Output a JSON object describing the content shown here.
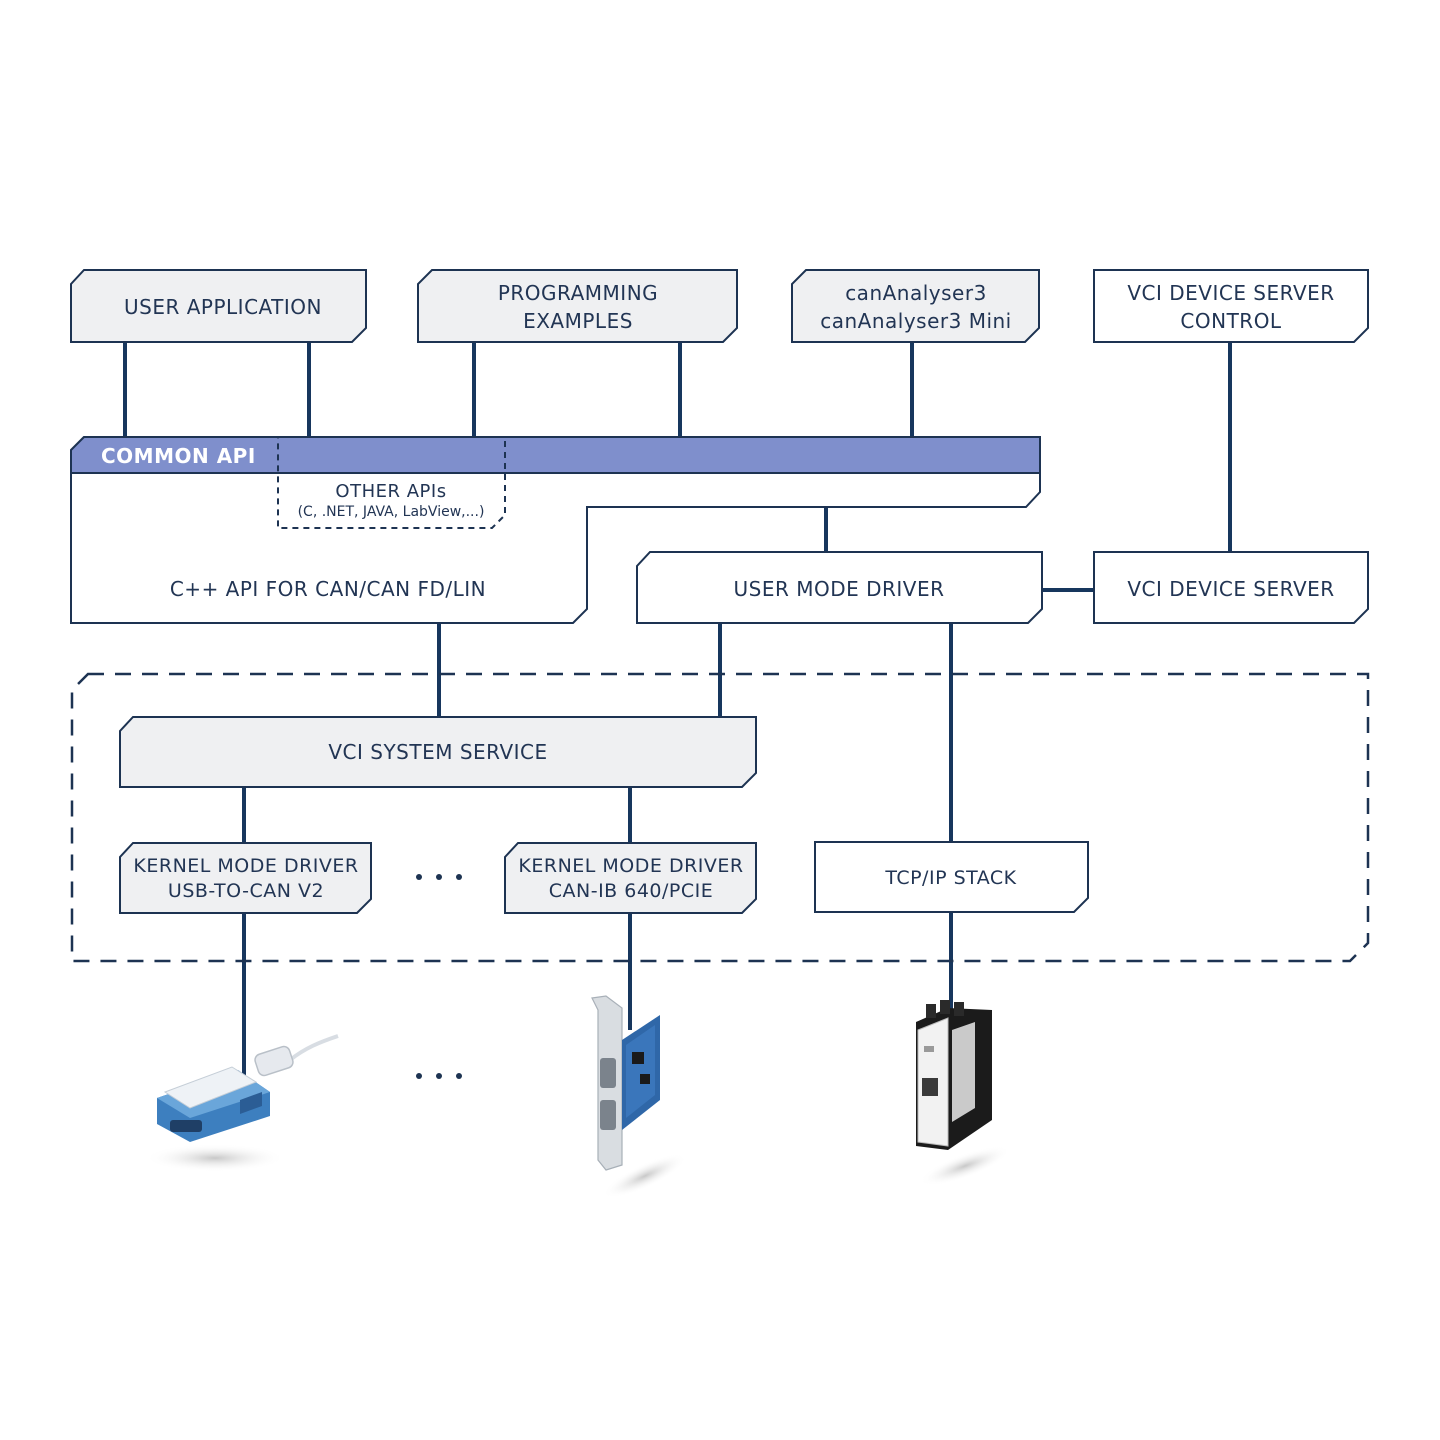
{
  "boxes": {
    "user_application": {
      "line1": "USER APPLICATION"
    },
    "programming_examples": {
      "line1": "PROGRAMMING",
      "line2": "EXAMPLES"
    },
    "can_analyser": {
      "line1": "canAnalyser3",
      "line2": "canAnalyser3 Mini"
    },
    "vci_device_server_control": {
      "line1": "VCI DEVICE SERVER",
      "line2": "CONTROL"
    },
    "common_api": {
      "header": "COMMON API",
      "body": "C++ API FOR CAN/CAN FD/LIN"
    },
    "other_apis": {
      "line1": "OTHER APIs",
      "line2": "(C, .NET, JAVA, LabView,...)"
    },
    "user_mode_driver": {
      "line1": "USER MODE DRIVER"
    },
    "vci_device_server": {
      "line1": "VCI DEVICE SERVER"
    },
    "vci_system_service": {
      "line1": "VCI SYSTEM SERVICE"
    },
    "kernel_usb": {
      "line1": "KERNEL MODE DRIVER",
      "line2": "USB-TO-CAN V2"
    },
    "kernel_canib": {
      "line1": "KERNEL MODE DRIVER",
      "line2": "CAN-IB 640/PCIE"
    },
    "tcpip_stack": {
      "line1": "TCP/IP STACK"
    }
  },
  "colors": {
    "stroke": "#1d3352",
    "box_fill": "#eff0f2",
    "header_band": "#7f8fcc",
    "connector": "#17365d"
  },
  "icons": [
    "usb-to-can-adapter-icon",
    "pcie-can-card-icon",
    "din-rail-device-server-icon"
  ]
}
